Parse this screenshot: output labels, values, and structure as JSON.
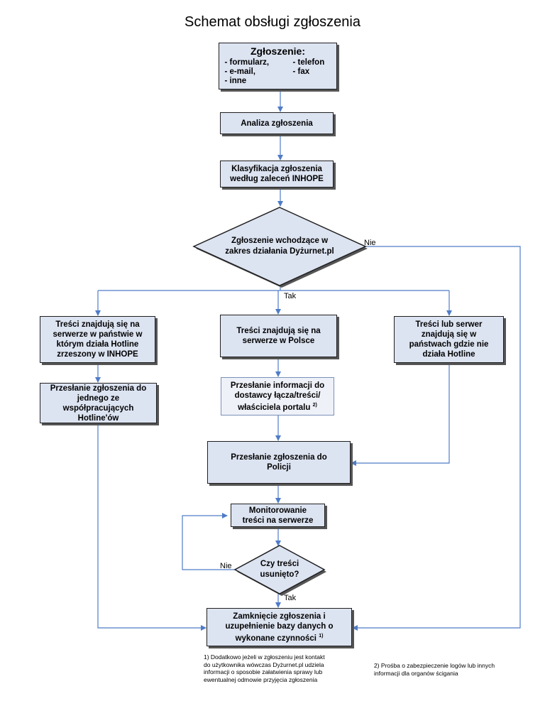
{
  "title": "Schemat obsługi zgłoszenia",
  "start": {
    "heading": "Zgłoszenie:",
    "items": [
      "- formularz,",
      "- telefon",
      "- e-mail,",
      "- fax",
      "- inne"
    ]
  },
  "analysis": "Analiza zgłoszenia",
  "classification": [
    "Klasyfikacja zgłoszenia",
    "według zaleceń INHOPE"
  ],
  "decision1": [
    "Zgłoszenie wchodzące w",
    "zakres działania Dyżurnet.pl"
  ],
  "decision1_no": "Nie",
  "decision1_yes": "Tak",
  "left_box": [
    "Treści znajdują się na",
    "serwerze w państwie w",
    "którym działa Hotline",
    "zrzeszony w INHOPE"
  ],
  "left_box2": [
    "Przesłanie zgłoszenia do",
    "jednego ze",
    "współpracujących",
    "Hotline'ów"
  ],
  "middle_box": [
    "Treści znajdują się na",
    "serwerze w Polsce"
  ],
  "middle_box2": [
    "Przesłanie informacji do",
    "dostawcy łącza/treści/",
    "właściciela portalu"
  ],
  "middle_box2_note": "2)",
  "right_box": [
    "Treści lub serwer",
    "znajdują się w",
    "państwach gdzie nie",
    "działa Hotline"
  ],
  "police": [
    "Przesłanie zgłoszenia do",
    "Policji"
  ],
  "monitoring": [
    "Monitorowanie",
    "treści na serwerze"
  ],
  "decision2": [
    "Czy treści",
    "usunięto?"
  ],
  "decision2_no": "Nie",
  "decision2_yes": "Tak",
  "closing": [
    "Zamknięcie zgłoszenia i",
    "uzupełnienie bazy danych o",
    "wykonane czynności"
  ],
  "closing_note": "1)",
  "footnote1": [
    "1) Dodatkowo jeżeli w zgłoszeniu jest kontakt",
    "do użytkownika wówczas Dyżurnet.pl udziela",
    "informacji o sposobie załatwienia sprawy lub",
    "ewentualnej odmowie przyjęcia zgłoszenia"
  ],
  "footnote2": [
    "2) Prośba o zabezpieczenie logów lub innych",
    "informacji dla organów ścigania"
  ],
  "colors": {
    "box_fill": "#dce3f1",
    "arrow": "#4f7cc7",
    "border": "#1f1f1f"
  }
}
